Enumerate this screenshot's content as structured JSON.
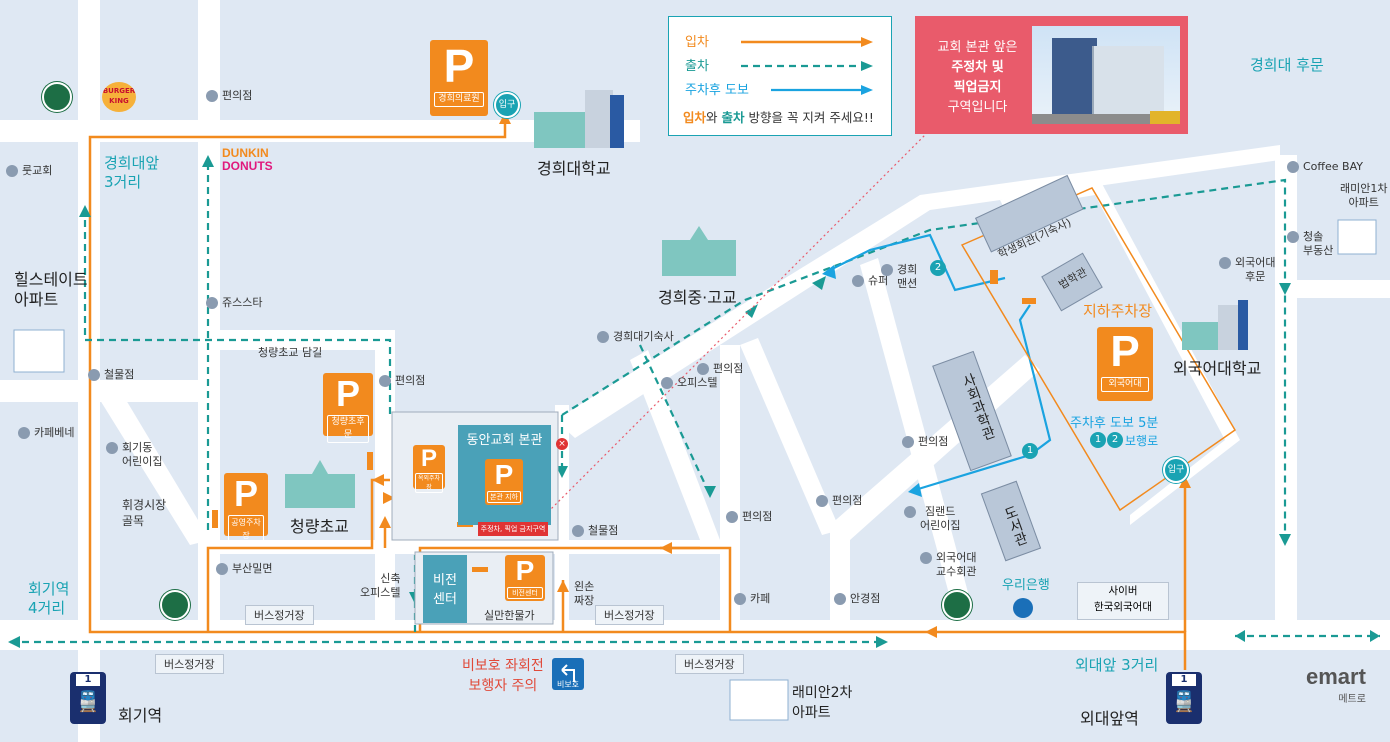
{
  "legend": {
    "entry": "입차",
    "exit": "출차",
    "walk": "주차후 도보",
    "note_entry": "입차",
    "note_mid": "와 ",
    "note_exit": "출차",
    "note_end": " 방향을 꼭 지켜 주세요!!"
  },
  "notice": {
    "line1": "교회 본관 앞은",
    "line2": "주정차 및",
    "line3": "픽업금지",
    "line4": "구역입니다"
  },
  "parking": {
    "hospital": "경희의료원",
    "cheongryang_back": "청량초후문",
    "public": "공영주차장",
    "outdoor": "옥외주차장",
    "main_basement": "본관 지하",
    "vision": "비전센터",
    "hufs": "외국어대"
  },
  "buildings": {
    "church_main": "동안교회 본관",
    "no_stop": "주정차, 픽업 금지구역",
    "vision_center_1": "비전",
    "vision_center_2": "센터",
    "student_hall": "학생회관(기숙사)",
    "law_hall": "법학관",
    "social_hall": "사회과학관",
    "library": "도서관"
  },
  "places": {
    "khu": "경희대학교",
    "khu_middle": "경희중·고교",
    "cheongryang_elem": "청량초교",
    "hufs": "외국어대학교",
    "hillstate": "힐스테이트\n아파트",
    "ramian2": "래미안2차\n아파트",
    "ramian1": "래미안1차\n아파트",
    "underground": "지하주차장",
    "walk5": "주차후 도보 5분",
    "walk_route": "보행로",
    "khu_front": "경희대앞\n3거리",
    "hoegi_4": "회기역\n4거리",
    "khu_back": "경희대 후문",
    "hufs_front": "외대앞 3거리",
    "hoegi_station": "회기역",
    "hufs_station": "외대앞역",
    "pedestrian_warning": "비보호 좌회전\n보행자 주의",
    "unprotected": "비보호",
    "woori": "우리은행",
    "cyber": "사이버\n한국외국어대",
    "emart": "emart",
    "emart_sub": "메트로",
    "dunkin1": "DUNKIN",
    "dunkin2": "DONUTS",
    "bk": "BURGER KING",
    "entrance": "입구",
    "station_no": "1",
    "no1": "1",
    "no2": "2"
  },
  "pois": {
    "pyeonuijeom1": "편의점",
    "rutgyohoe": "룻교회",
    "juseuseuta": "쥬스스타",
    "cheolmuljeom1": "철물점",
    "cafebene": "카페베네",
    "hoegidong": "회기동\n어린이집",
    "hwigyeong": "휘경시장\n골목",
    "cheongryang_wall": "청량초교 담길",
    "pyeonuijeom2": "편의점",
    "busanmil": "부산밀면",
    "sinchuk": "신축\n오피스텔",
    "silman": "실만한물가",
    "cheolmuljeom2": "철물점",
    "wanson": "왼손\n짜장",
    "khu_dorm": "경희대기숙사",
    "office": "오피스텔",
    "pyeonuijeom3": "편의점",
    "pyeonuijeom4": "편의점",
    "cafe": "카페",
    "anjeong": "안경점",
    "pyeonuijeom5": "편의점",
    "super": "슈퍼",
    "khu_mansion": "경희\n맨션",
    "pyeonuijeom6": "편의점",
    "jimland": "짐랜드\n어린이집",
    "hufs_prof": "외국어대\n교수회관",
    "coffee_bay": "Coffee BAY",
    "cheongsol": "청솔\n부동산",
    "hufs_back": "외국어대\n후문"
  },
  "bus": {
    "s1": "버스정거장",
    "s2": "버스정거장",
    "s3": "버스정거장",
    "s4": "버스정거장"
  },
  "colors": {
    "entry": "#f28a1e",
    "exit": "#1a9a94",
    "walk": "#1aa3e0",
    "teal": "#1aa3b3",
    "road": "#ffffff",
    "bg": "#dfe8f3",
    "notice": "#e95b6b"
  }
}
